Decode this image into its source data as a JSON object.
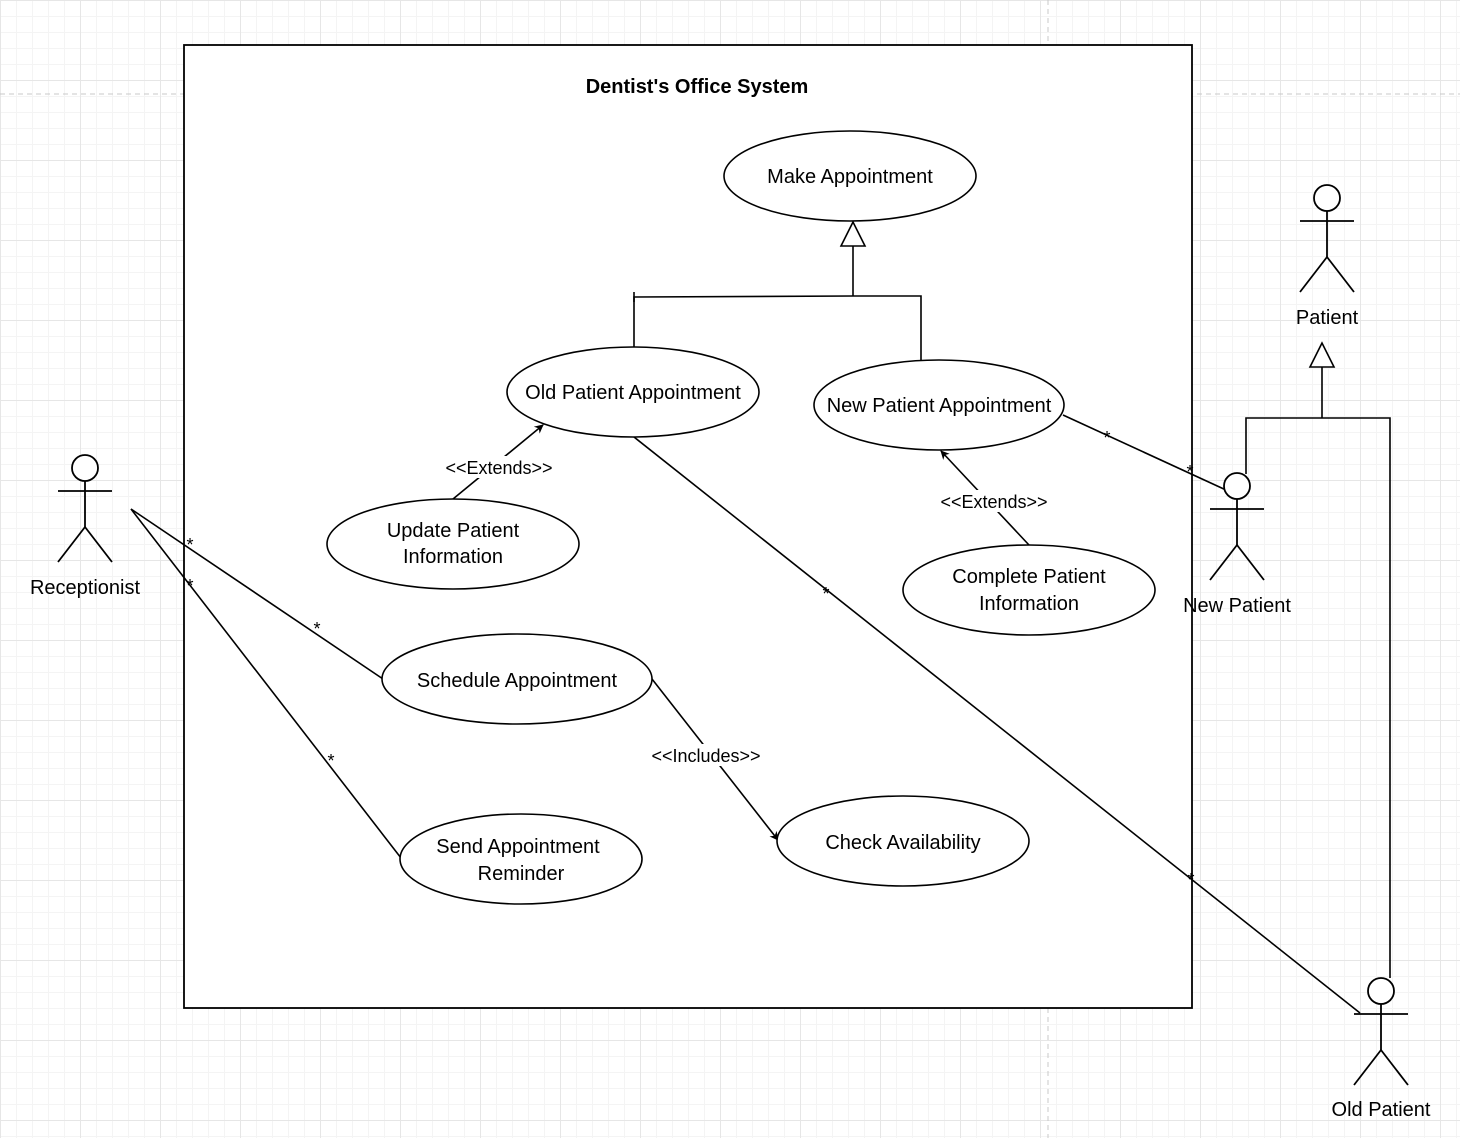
{
  "system": {
    "title": "Dentist's Office System"
  },
  "use_cases": {
    "make_appointment": [
      "Make Appointment"
    ],
    "old_patient_appointment": [
      "Old Patient Appointment"
    ],
    "new_patient_appointment": [
      "New Patient Appointment"
    ],
    "update_patient_information": [
      "Update Patient",
      "Information"
    ],
    "complete_patient_information": [
      "Complete Patient",
      "Information"
    ],
    "schedule_appointment": [
      "Schedule Appointment"
    ],
    "send_appointment_reminder": [
      "Send Appointment",
      "Reminder"
    ],
    "check_availability": [
      "Check Availability"
    ]
  },
  "actors": {
    "receptionist": "Receptionist",
    "patient": "Patient",
    "new_patient": "New Patient",
    "old_patient": "Old Patient"
  },
  "relationships": {
    "extends": "<<Extends>>",
    "includes": "<<Includes>>",
    "multiplicity": "*"
  }
}
